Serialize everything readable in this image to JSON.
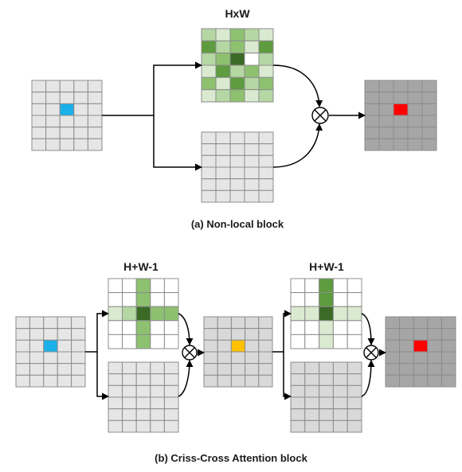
{
  "section_a": {
    "title": "HxW",
    "caption": "(a) Non-local block",
    "input_grid": {
      "rows": 6,
      "cols": 5,
      "fill": "#e6e6e6",
      "highlight": [
        2,
        2
      ],
      "highlight_color": "#1ab0ea"
    },
    "attention_grid": {
      "rows": 6,
      "cols": 5,
      "shades": [
        [
          2,
          1,
          3,
          2,
          1
        ],
        [
          4,
          2,
          3,
          1,
          4
        ],
        [
          2,
          3,
          5,
          0,
          2
        ],
        [
          1,
          4,
          2,
          3,
          1
        ],
        [
          3,
          1,
          4,
          2,
          3
        ],
        [
          1,
          2,
          3,
          1,
          2
        ]
      ]
    },
    "value_grid": {
      "rows": 6,
      "cols": 5,
      "fill": "#e6e6e6"
    },
    "output_grid": {
      "rows": 6,
      "cols": 5,
      "fill": "#a6a6a6",
      "highlight": [
        2,
        2
      ],
      "highlight_color": "#ff0000"
    }
  },
  "section_b": {
    "title_1": "H+W-1",
    "title_2": "H+W-1",
    "caption": "(b) Criss-Cross Attention block",
    "input_grid": {
      "rows": 6,
      "cols": 5,
      "fill": "#e6e6e6",
      "highlight": [
        2,
        2
      ],
      "highlight_color": "#1ab0ea"
    },
    "attention_grid_1": {
      "rows": 5,
      "cols": 5,
      "cross_row": 2,
      "cross_col": 2,
      "row_shades": [
        1,
        2,
        5,
        3,
        3
      ],
      "col_shades": [
        3,
        3,
        5,
        3,
        3
      ]
    },
    "value_grid_1": {
      "rows": 6,
      "cols": 5,
      "fill": "#e6e6e6"
    },
    "middle_grid": {
      "rows": 6,
      "cols": 5,
      "fill": "#d9d9d9",
      "highlight": [
        2,
        2
      ],
      "highlight_color": "#ffc000"
    },
    "attention_grid_2": {
      "rows": 5,
      "cols": 5,
      "cross_row": 2,
      "cross_col": 2,
      "row_shades": [
        1,
        1,
        5,
        1,
        1
      ],
      "col_shades": [
        4,
        4,
        5,
        1,
        1
      ]
    },
    "value_grid_2": {
      "rows": 6,
      "cols": 5,
      "fill": "#d9d9d9"
    },
    "output_grid": {
      "rows": 6,
      "cols": 5,
      "fill": "#a6a6a6",
      "highlight": [
        2,
        2
      ],
      "highlight_color": "#ff0000"
    }
  },
  "colors": {
    "grid_line": "#8c8c8c",
    "green_shades": [
      "#ffffff",
      "#d9ead0",
      "#b5d7a3",
      "#8dc16f",
      "#5e9c3f",
      "#3a6a25"
    ],
    "arrow": "#000000"
  },
  "operator_symbol": "⊗"
}
